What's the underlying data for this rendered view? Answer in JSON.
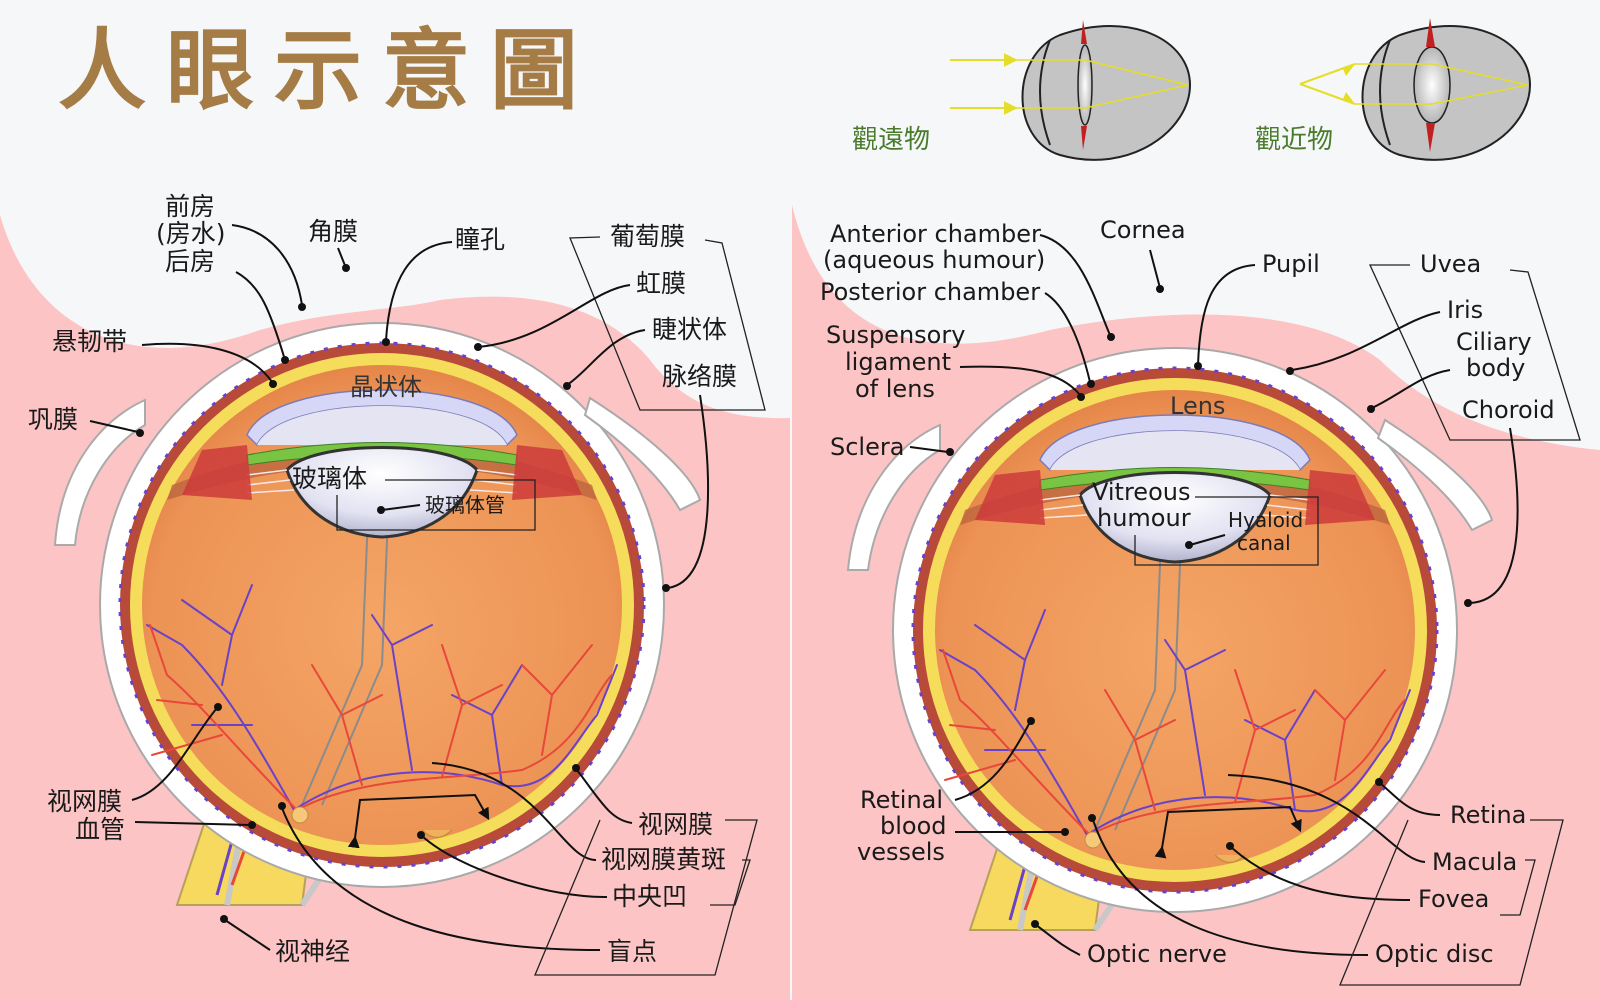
{
  "title": "人眼示意圖",
  "insets": {
    "far_caption": "觀遠物",
    "near_caption": "觀近物"
  },
  "zh_labels": {
    "anterior_chamber": "前房",
    "aqueous": "(房水)",
    "posterior_chamber": "后房",
    "cornea": "角膜",
    "pupil": "瞳孔",
    "uvea": "葡萄膜",
    "iris": "虹膜",
    "ciliary_body": "睫状体",
    "choroid": "脉络膜",
    "suspensory_ligament": "悬韧带",
    "sclera": "巩膜",
    "lens": "晶状体",
    "vitreous": "玻璃体",
    "hyaloid_canal": "玻璃体管",
    "retinal_vessels_1": "视网膜",
    "retinal_vessels_2": "血管",
    "retina": "视网膜",
    "macula": "视网膜黄斑",
    "fovea": "中央凹",
    "optic_nerve": "视神经",
    "optic_disc": "盲点"
  },
  "en_labels": {
    "anterior_chamber": "Anterior chamber",
    "aqueous": "(aqueous humour)",
    "posterior_chamber": "Posterior chamber",
    "cornea": "Cornea",
    "pupil": "Pupil",
    "uvea": "Uvea",
    "iris": "Iris",
    "ciliary_1": "Ciliary",
    "ciliary_2": "body",
    "choroid": "Choroid",
    "suspensory_1": "Suspensory",
    "suspensory_2": "ligament",
    "suspensory_3": "of lens",
    "sclera": "Sclera",
    "lens": "Lens",
    "vitreous_1": "Vitreous",
    "vitreous_2": "humour",
    "hyaloid_1": "Hyaloid",
    "hyaloid_2": "canal",
    "retinal_1": "Retinal",
    "retinal_2": "blood",
    "retinal_3": "vessels",
    "retina": "Retina",
    "macula": "Macula",
    "fovea": "Fovea",
    "optic_nerve": "Optic nerve",
    "optic_disc": "Optic disc"
  },
  "colors": {
    "background": "#f6f7f9",
    "skin": "#fcc4c4",
    "title": "#a57c45",
    "caption": "#4a7b2d",
    "vitreous": "#ef9a5c",
    "retina": "#f5dc5a",
    "cornea": "#d6d7f7",
    "iris": "#7ac443",
    "artery": "#e8483a",
    "vein": "#6a42c8"
  }
}
